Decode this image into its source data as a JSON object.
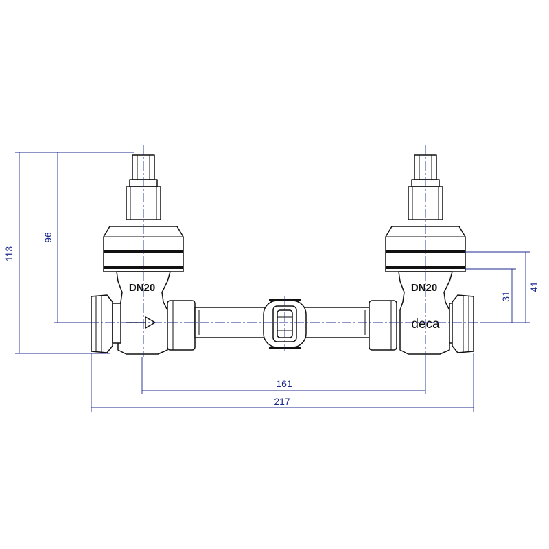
{
  "labels": {
    "left_valve_marking": "DN20",
    "right_valve_marking": "DN20",
    "brand": "deca"
  },
  "dimensions": {
    "overall_height": "113",
    "stem_height": "96",
    "centre_to_cap": "41",
    "centre_to_bonnet": "31",
    "centre_to_centre": "161",
    "overall_width": "217"
  },
  "colors": {
    "outline": "#111111",
    "dimension_lines": "#1c2a8c"
  }
}
